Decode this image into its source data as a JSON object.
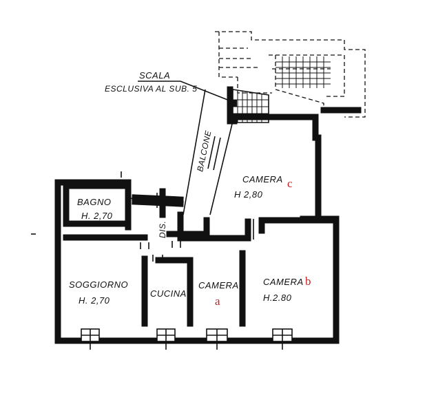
{
  "stair": {
    "label": "SCALA",
    "note": "ESCLUSIVA AL SUB. 5"
  },
  "balcony": {
    "label": "BALCONE"
  },
  "corridor": {
    "label": "DIS."
  },
  "rooms": {
    "camera_c": {
      "name": "CAMERA",
      "height": "H 2,80",
      "tag": "c"
    },
    "bagno": {
      "name": "BAGNO",
      "height": "H. 2,70"
    },
    "soggiorno": {
      "name": "SOGGIORNO",
      "height": "H. 2,70"
    },
    "cucina": {
      "name": "CUCINA"
    },
    "camera_a": {
      "name": "CAMERA",
      "tag": "a"
    },
    "camera_b": {
      "name": "CAMERA",
      "height": "H.2.80",
      "tag": "b"
    }
  },
  "colors": {
    "ink": "#111111",
    "tag": "#c81e1e"
  }
}
